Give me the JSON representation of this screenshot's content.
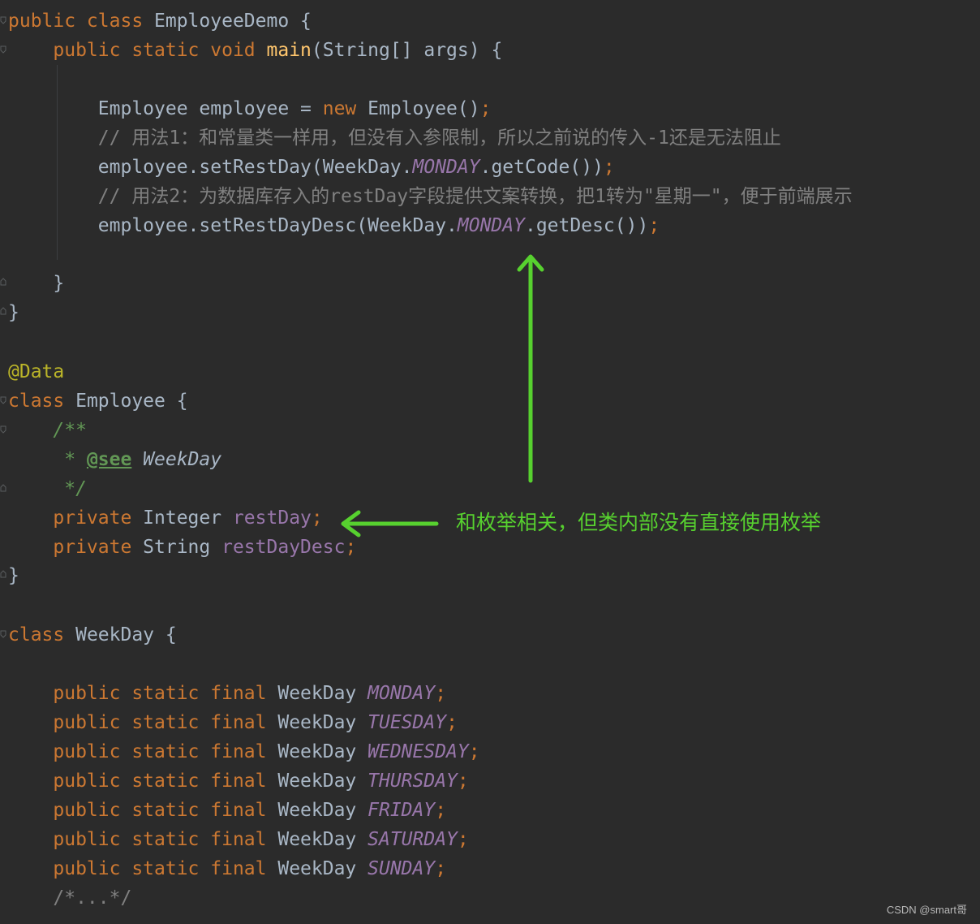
{
  "code": {
    "lines": [
      {
        "id": "l1",
        "tokens": [
          {
            "t": "public class ",
            "c": "kw"
          },
          {
            "t": "EmployeeDemo {",
            "c": "plain"
          }
        ]
      },
      {
        "id": "l2",
        "tokens": [
          {
            "t": "    public static void ",
            "c": "kw"
          },
          {
            "t": "main",
            "c": "method"
          },
          {
            "t": "(String[] args) {",
            "c": "plain"
          }
        ]
      },
      {
        "id": "l3",
        "tokens": [
          {
            "t": "        Employee employee = ",
            "c": "plain"
          },
          {
            "t": "new ",
            "c": "kw"
          },
          {
            "t": "Employee()",
            "c": "plain"
          },
          {
            "t": ";",
            "c": "semi"
          }
        ]
      },
      {
        "id": "l4",
        "tokens": [
          {
            "t": "        // 用法1：和常量类一样用，但没有入参限制，所以之前说的传入-1还是无法阻止",
            "c": "comment"
          }
        ]
      },
      {
        "id": "l5",
        "tokens": [
          {
            "t": "        employee.setRestDay(WeekDay.",
            "c": "plain"
          },
          {
            "t": "MONDAY",
            "c": "const"
          },
          {
            "t": ".getCode())",
            "c": "plain"
          },
          {
            "t": ";",
            "c": "semi"
          }
        ]
      },
      {
        "id": "l6",
        "tokens": [
          {
            "t": "        // 用法2：为数据库存入的restDay字段提供文案转换，把1转为\"星期一\"，便于前端展示",
            "c": "comment"
          }
        ]
      },
      {
        "id": "l7",
        "tokens": [
          {
            "t": "        employee.setRestDayDesc(WeekDay.",
            "c": "plain"
          },
          {
            "t": "MONDAY",
            "c": "const"
          },
          {
            "t": ".getDesc())",
            "c": "plain"
          },
          {
            "t": ";",
            "c": "semi"
          }
        ]
      },
      {
        "id": "l8",
        "tokens": [
          {
            "t": "    }",
            "c": "plain"
          }
        ]
      },
      {
        "id": "l9",
        "tokens": [
          {
            "t": "}",
            "c": "plain"
          }
        ]
      },
      {
        "id": "l10",
        "tokens": [
          {
            "t": "@Data",
            "c": "annotation"
          }
        ]
      },
      {
        "id": "l11",
        "tokens": [
          {
            "t": "class ",
            "c": "kw"
          },
          {
            "t": "Employee {",
            "c": "plain"
          }
        ]
      },
      {
        "id": "l12",
        "tokens": [
          {
            "t": "    /**",
            "c": "doc"
          }
        ]
      },
      {
        "id": "l13",
        "tokens": [
          {
            "t": "     * ",
            "c": "doc"
          },
          {
            "t": "@see",
            "c": "doctag"
          },
          {
            "t": " WeekDay",
            "c": "docref"
          }
        ]
      },
      {
        "id": "l14",
        "tokens": [
          {
            "t": "     */",
            "c": "doc"
          }
        ]
      },
      {
        "id": "l15",
        "tokens": [
          {
            "t": "    private ",
            "c": "kw"
          },
          {
            "t": "Integer ",
            "c": "plain"
          },
          {
            "t": "restDay",
            "c": "field"
          },
          {
            "t": ";",
            "c": "semi"
          }
        ]
      },
      {
        "id": "l16",
        "tokens": [
          {
            "t": "    private ",
            "c": "kw"
          },
          {
            "t": "String ",
            "c": "plain"
          },
          {
            "t": "restDayDesc",
            "c": "field"
          },
          {
            "t": ";",
            "c": "semi"
          }
        ]
      },
      {
        "id": "l17",
        "tokens": [
          {
            "t": "}",
            "c": "plain"
          }
        ]
      },
      {
        "id": "l18",
        "tokens": [
          {
            "t": "class ",
            "c": "kw"
          },
          {
            "t": "WeekDay {",
            "c": "plain"
          }
        ]
      },
      {
        "id": "l19",
        "tokens": [
          {
            "t": "    public static final ",
            "c": "kw"
          },
          {
            "t": "WeekDay ",
            "c": "plain"
          },
          {
            "t": "MONDAY",
            "c": "const"
          },
          {
            "t": ";",
            "c": "semi"
          }
        ]
      },
      {
        "id": "l20",
        "tokens": [
          {
            "t": "    public static final ",
            "c": "kw"
          },
          {
            "t": "WeekDay ",
            "c": "plain"
          },
          {
            "t": "TUESDAY",
            "c": "const"
          },
          {
            "t": ";",
            "c": "semi"
          }
        ]
      },
      {
        "id": "l21",
        "tokens": [
          {
            "t": "    public static final ",
            "c": "kw"
          },
          {
            "t": "WeekDay ",
            "c": "plain"
          },
          {
            "t": "WEDNESDAY",
            "c": "const"
          },
          {
            "t": ";",
            "c": "semi"
          }
        ]
      },
      {
        "id": "l22",
        "tokens": [
          {
            "t": "    public static final ",
            "c": "kw"
          },
          {
            "t": "WeekDay ",
            "c": "plain"
          },
          {
            "t": "THURSDAY",
            "c": "const"
          },
          {
            "t": ";",
            "c": "semi"
          }
        ]
      },
      {
        "id": "l23",
        "tokens": [
          {
            "t": "    public static final ",
            "c": "kw"
          },
          {
            "t": "WeekDay ",
            "c": "plain"
          },
          {
            "t": "FRIDAY",
            "c": "const"
          },
          {
            "t": ";",
            "c": "semi"
          }
        ]
      },
      {
        "id": "l24",
        "tokens": [
          {
            "t": "    public static final ",
            "c": "kw"
          },
          {
            "t": "WeekDay ",
            "c": "plain"
          },
          {
            "t": "SATURDAY",
            "c": "const"
          },
          {
            "t": ";",
            "c": "semi"
          }
        ]
      },
      {
        "id": "l25",
        "tokens": [
          {
            "t": "    public static final ",
            "c": "kw"
          },
          {
            "t": "WeekDay ",
            "c": "plain"
          },
          {
            "t": "SUNDAY",
            "c": "const"
          },
          {
            "t": ";",
            "c": "semi"
          }
        ]
      },
      {
        "id": "l26",
        "tokens": [
          {
            "t": "    /*...*/",
            "c": "comment"
          }
        ]
      }
    ]
  },
  "annotation": {
    "callout": "和枚举相关，但类内部没有直接使用枚举",
    "color": "#57d12f"
  },
  "watermark": "CSDN @smart哥",
  "theme": {
    "background": "#2b2b2b",
    "keyword": "#cc7832",
    "text": "#a9b7c6",
    "method": "#ffc66d",
    "field": "#9876aa",
    "comment": "#808080",
    "annotation": "#bbb529",
    "doc": "#629755"
  }
}
